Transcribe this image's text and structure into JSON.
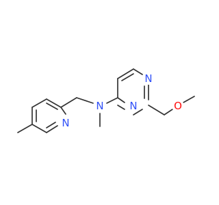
{
  "molecule": {
    "atoms": [
      {
        "id": "n_pyridine",
        "label": "N",
        "color": "#3050F8"
      },
      {
        "id": "n_amine",
        "label": "N",
        "color": "#3050F8"
      },
      {
        "id": "n_pyrimidine_top",
        "label": "N",
        "color": "#3050F8"
      },
      {
        "id": "n_pyrimidine_bottom",
        "label": "N",
        "color": "#3050F8"
      },
      {
        "id": "o_methoxy",
        "label": "O",
        "color": "#FF0D0D"
      }
    ],
    "bond_color": "#333333"
  }
}
